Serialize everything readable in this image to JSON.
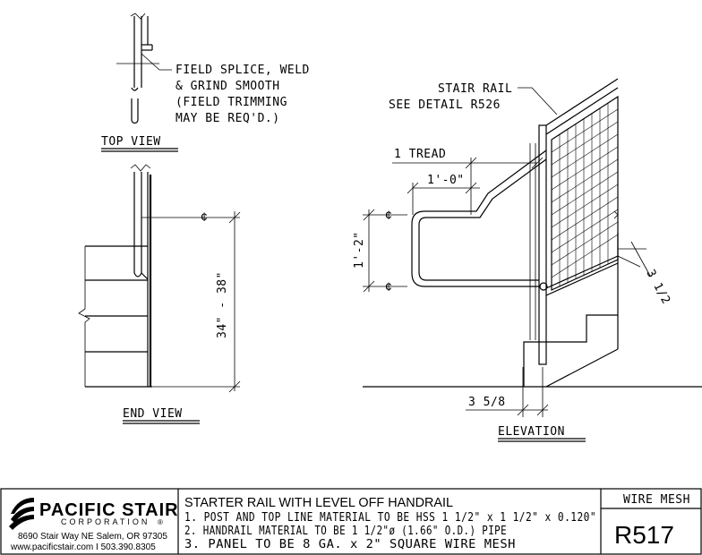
{
  "top_view": {
    "callout": [
      "FIELD SPLICE, WELD",
      "& GRIND SMOOTH",
      "(FIELD TRIMMING",
      "MAY BE REQ'D.)"
    ],
    "title": "TOP VIEW"
  },
  "end_view": {
    "dim_height": "34\" - 38\"",
    "centerline_symbol": "¢",
    "title": "END VIEW"
  },
  "elevation": {
    "stair_rail_note": [
      "STAIR RAIL",
      "SEE DETAIL R526"
    ],
    "dim_tread": "1 TREAD",
    "dim_offset": "1'-0\"",
    "dim_vertical": "1'-2\"",
    "centerline_symbol": "¢",
    "dim_side": "3 1/2",
    "dim_bottom": "3 5/8",
    "title": "ELEVATION"
  },
  "title_block": {
    "company": "PACIFIC STAIR",
    "company_sub": "CORPORATION",
    "registered": "®",
    "address": "8690 Stair Way NE Salem, OR 97305",
    "contact": "www.pacificstair.com  I  503.390.8305",
    "drawing_title": "STARTER RAIL WITH LEVEL OFF HANDRAIL",
    "notes": [
      "1. POST AND TOP LINE MATERIAL TO BE HSS 1 1/2\" x 1 1/2\" x 0.120\"",
      "2. HANDRAIL MATERIAL TO BE 1 1/2\"ø (1.66\" O.D.) PIPE",
      "3. PANEL TO BE 8 GA. x 2\" SQUARE WIRE MESH"
    ],
    "category": "WIRE MESH",
    "drawing_number": "R517"
  }
}
